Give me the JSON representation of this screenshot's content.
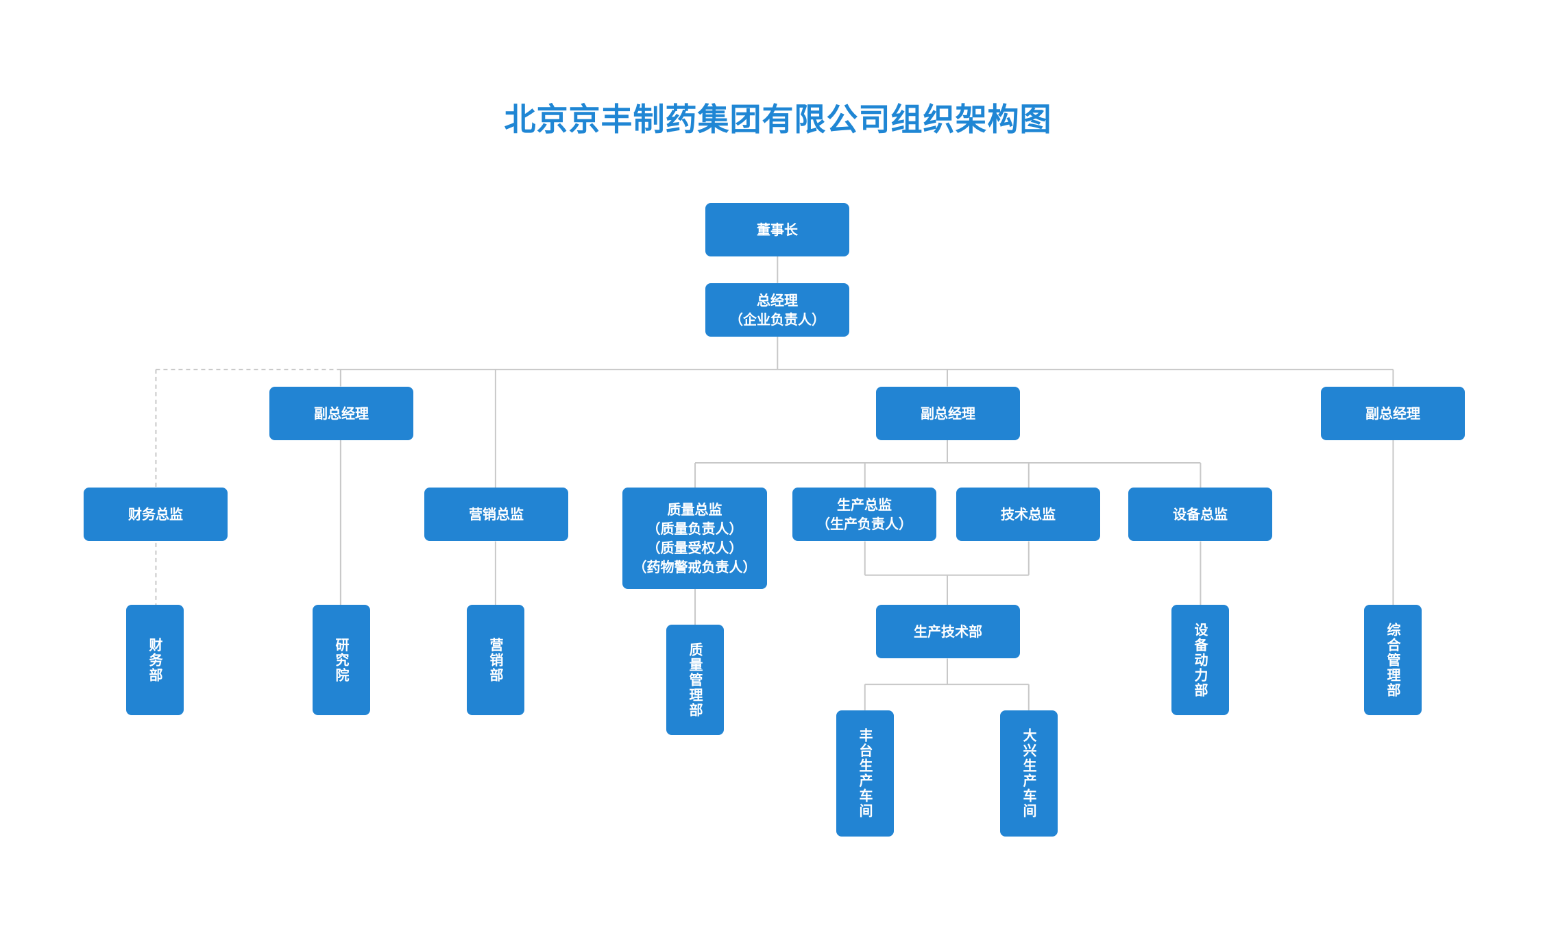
{
  "title": "北京京丰制药集团有限公司组织架构图",
  "colors": {
    "node_fill": "#2284d3",
    "node_text": "#ffffff",
    "title": "#1f86d4",
    "connector": "#c8c8c8"
  },
  "nodes": {
    "chairman": "董事长",
    "general_manager": "总经理\n（企业负责人）",
    "vp_left": "副总经理",
    "vp_middle": "副总经理",
    "vp_right": "副总经理",
    "finance_director": "财务总监",
    "marketing_director": "营销总监",
    "quality_director": "质量总监\n（质量负责人）\n（质量受权人）\n（药物警戒负责人）",
    "production_director": "生产总监\n（生产负责人）",
    "technology_director": "技术总监",
    "equipment_director": "设备总监",
    "finance_dept": "财务部",
    "research_institute": "研究院",
    "marketing_dept": "营销部",
    "quality_dept": "质量管理部",
    "production_tech_dept": "生产技术部",
    "fengtai_workshop": "丰台生产车间",
    "daxing_workshop": "大兴生产车间",
    "equipment_power_dept": "设备动力部",
    "general_admin_dept": "综合管理部"
  }
}
